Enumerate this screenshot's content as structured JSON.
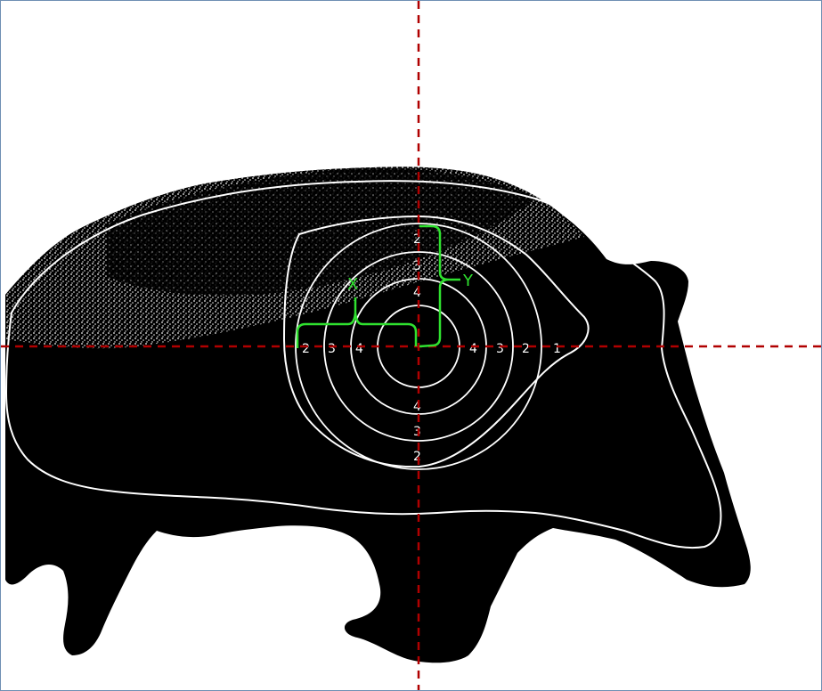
{
  "colors": {
    "background": "#ffffff",
    "silhouette": "#000000",
    "outline": "#ffffff",
    "crosshair": "#b00000",
    "dimension": "#2fe12f",
    "frame": "#6f8fb3"
  },
  "target": {
    "rings_horizontal_left": [
      "2",
      "3",
      "4"
    ],
    "rings_horizontal_right": [
      "4",
      "3",
      "2",
      "1"
    ],
    "rings_vertical_top": [
      "2",
      "3",
      "4"
    ],
    "rings_vertical_bottom": [
      "4",
      "3",
      "2"
    ]
  },
  "dimensions": {
    "x_label": "X",
    "y_label": "Y"
  }
}
